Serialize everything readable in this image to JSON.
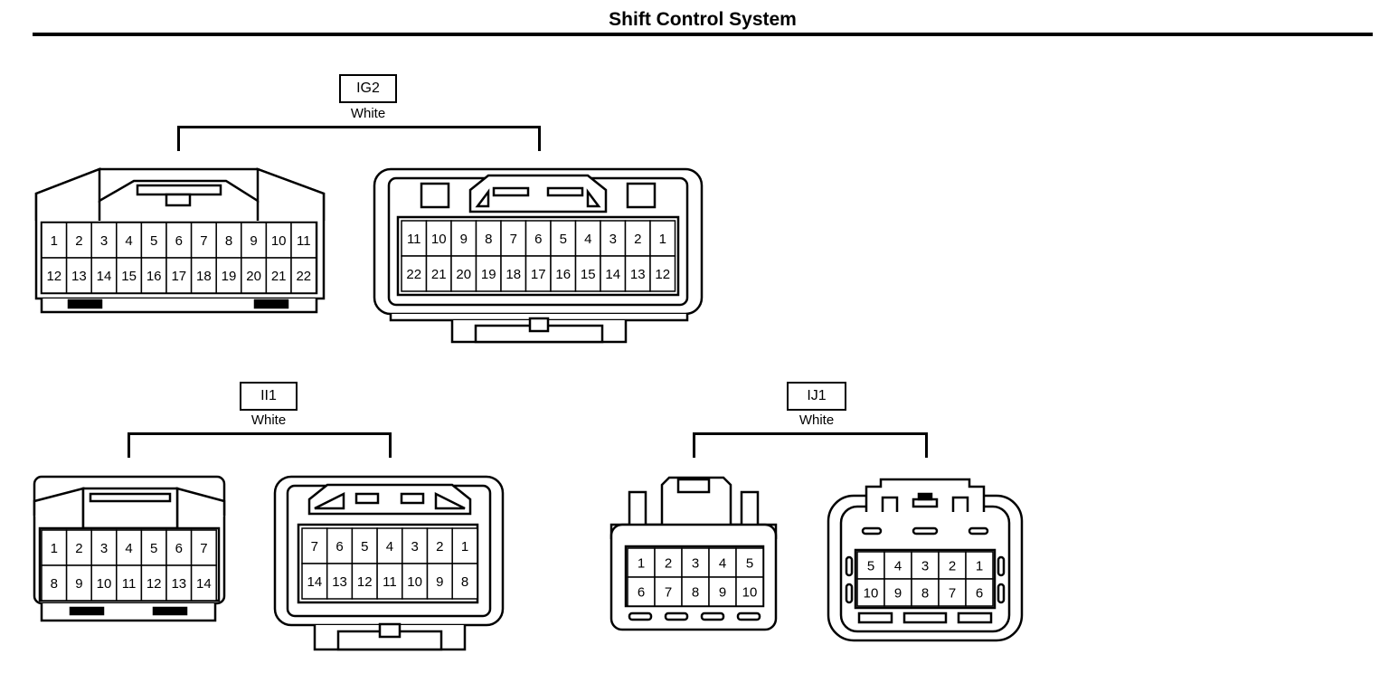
{
  "title": "Shift Control System",
  "groups": [
    {
      "id": "IG2",
      "color": "White",
      "connectors": [
        {
          "rows": [
            [
              "1",
              "2",
              "3",
              "4",
              "5",
              "6",
              "7",
              "8",
              "9",
              "10",
              "11"
            ],
            [
              "12",
              "13",
              "14",
              "15",
              "16",
              "17",
              "18",
              "19",
              "20",
              "21",
              "22"
            ]
          ]
        },
        {
          "rows": [
            [
              "11",
              "10",
              "9",
              "8",
              "7",
              "6",
              "5",
              "4",
              "3",
              "2",
              "1"
            ],
            [
              "22",
              "21",
              "20",
              "19",
              "18",
              "17",
              "16",
              "15",
              "14",
              "13",
              "12"
            ]
          ]
        }
      ]
    },
    {
      "id": "II1",
      "color": "White",
      "connectors": [
        {
          "rows": [
            [
              "1",
              "2",
              "3",
              "4",
              "5",
              "6",
              "7"
            ],
            [
              "8",
              "9",
              "10",
              "11",
              "12",
              "13",
              "14"
            ]
          ]
        },
        {
          "rows": [
            [
              "7",
              "6",
              "5",
              "4",
              "3",
              "2",
              "1"
            ],
            [
              "14",
              "13",
              "12",
              "11",
              "10",
              "9",
              "8"
            ]
          ]
        }
      ]
    },
    {
      "id": "IJ1",
      "color": "White",
      "connectors": [
        {
          "rows": [
            [
              "1",
              "2",
              "3",
              "4",
              "5"
            ],
            [
              "6",
              "7",
              "8",
              "9",
              "10"
            ]
          ]
        },
        {
          "rows": [
            [
              "5",
              "4",
              "3",
              "2",
              "1"
            ],
            [
              "10",
              "9",
              "8",
              "7",
              "6"
            ]
          ]
        }
      ]
    }
  ]
}
